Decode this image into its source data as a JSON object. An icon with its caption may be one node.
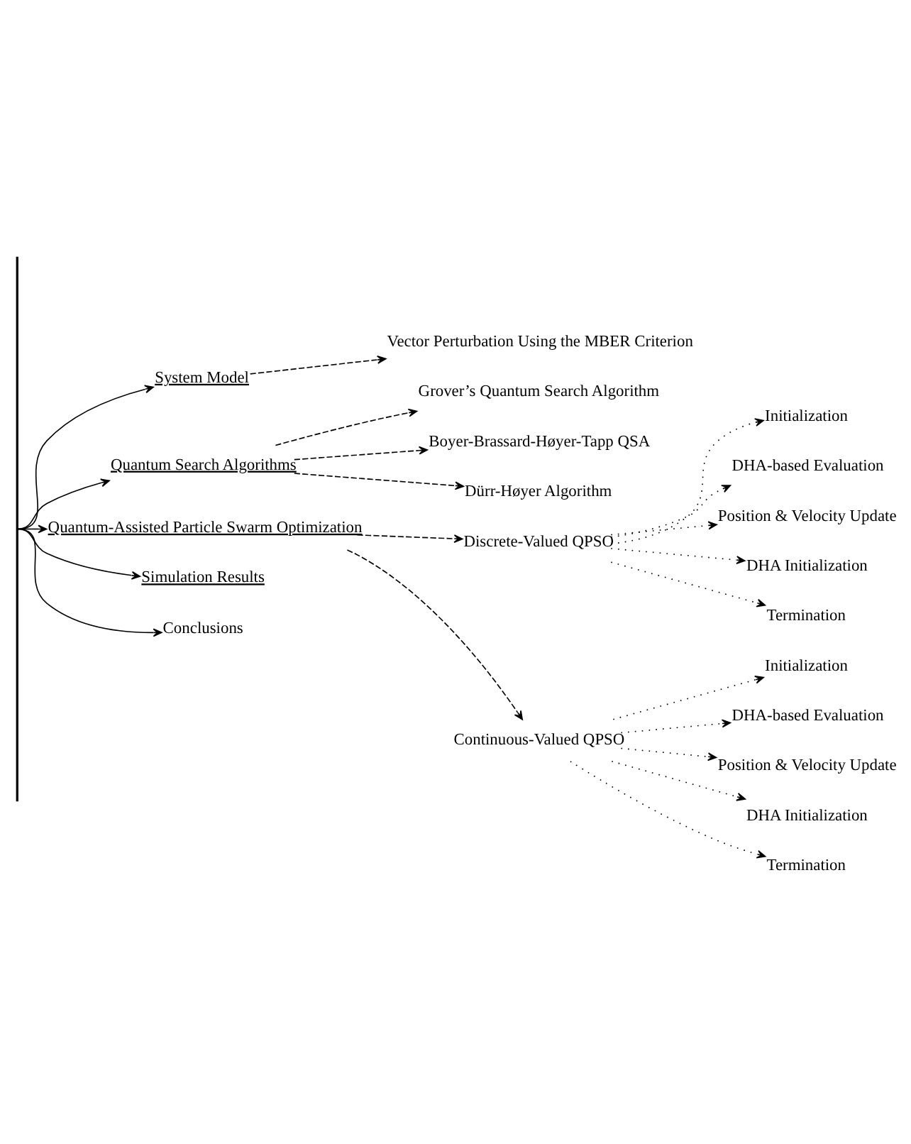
{
  "diagram": {
    "nodes": [
      {
        "text": [],
        "shape": "bar"
      },
      {
        "text": [
          "System Model"
        ]
      },
      {
        "text": [
          "Vector Perturbation Using the MBER Criterion"
        ]
      },
      {
        "text": [
          "Quantum Search Algorithms"
        ]
      },
      {
        "text": [
          "Grover’s Quantum Search Algorithm"
        ]
      },
      {
        "text": [
          "Boyer-Brassard-Høyer-Tapp QSA"
        ]
      },
      {
        "text": [
          "Dürr-Høyer Algorithm"
        ]
      },
      {
        "text": [
          "Quantum-Assisted Particle Swarm Optimization"
        ]
      },
      {
        "text": [
          "Discrete-Valued QPSO"
        ]
      },
      {
        "text": [
          "Initialization"
        ]
      },
      {
        "text": [
          "DHA-based Evaluation"
        ]
      },
      {
        "text": [
          "Position & Velocity Update"
        ]
      },
      {
        "text": [
          "DHA Initialization"
        ]
      },
      {
        "text": [
          "Termination"
        ]
      },
      {
        "text": [
          "Continuous-Valued QPSO"
        ]
      },
      {
        "text": [
          "Initialization"
        ]
      },
      {
        "text": [
          "DHA-based Evaluation"
        ]
      },
      {
        "text": [
          "Position & Velocity Update"
        ]
      },
      {
        "text": [
          "DHA Initialization"
        ]
      },
      {
        "text": [
          "Termination"
        ]
      },
      {
        "text": [
          "Simulation Results"
        ]
      },
      {
        "text": [
          "Conclusions"
        ]
      }
    ],
    "edges": [
      {
        "from": 0,
        "to": 1,
        "arrow": "to"
      },
      {
        "from": 1,
        "to": 2,
        "arrow": "to",
        "style": "dashed"
      },
      {
        "from": 0,
        "to": 3,
        "arrow": "to"
      },
      {
        "from": 3,
        "to": 4,
        "arrow": "to",
        "style": "dashed"
      },
      {
        "from": 3,
        "to": 5,
        "arrow": "to",
        "style": "dashed"
      },
      {
        "from": 3,
        "to": 6,
        "arrow": "to",
        "style": "dashed"
      },
      {
        "from": 0,
        "to": 7,
        "arrow": "to"
      },
      {
        "from": 7,
        "to": 8,
        "arrow": "to",
        "style": "dashed"
      },
      {
        "from": 8,
        "to": 9,
        "arrow": "to",
        "style": "dashed"
      },
      {
        "from": 8,
        "to": 10,
        "arrow": "to",
        "style": "dashed"
      },
      {
        "from": 8,
        "to": 11,
        "arrow": "to",
        "style": "dashed"
      },
      {
        "from": 8,
        "to": 12,
        "arrow": "to",
        "style": "dashed"
      },
      {
        "from": 8,
        "to": 13,
        "arrow": "to",
        "style": "dashed"
      },
      {
        "from": 7,
        "to": 14,
        "arrow": "to",
        "style": "dashed"
      },
      {
        "from": 14,
        "to": 15,
        "arrow": "to",
        "style": "dashed"
      },
      {
        "from": 14,
        "to": 16,
        "arrow": "to",
        "style": "dashed"
      },
      {
        "from": 14,
        "to": 17,
        "arrow": "to",
        "style": "dashed"
      },
      {
        "from": 14,
        "to": 18,
        "arrow": "to",
        "style": "dashed"
      },
      {
        "from": 14,
        "to": 19,
        "arrow": "to",
        "style": "dashed"
      },
      {
        "from": 0,
        "to": 20,
        "arrow": "to"
      },
      {
        "from": 0,
        "to": 21,
        "arrow": "to"
      }
    ]
  }
}
